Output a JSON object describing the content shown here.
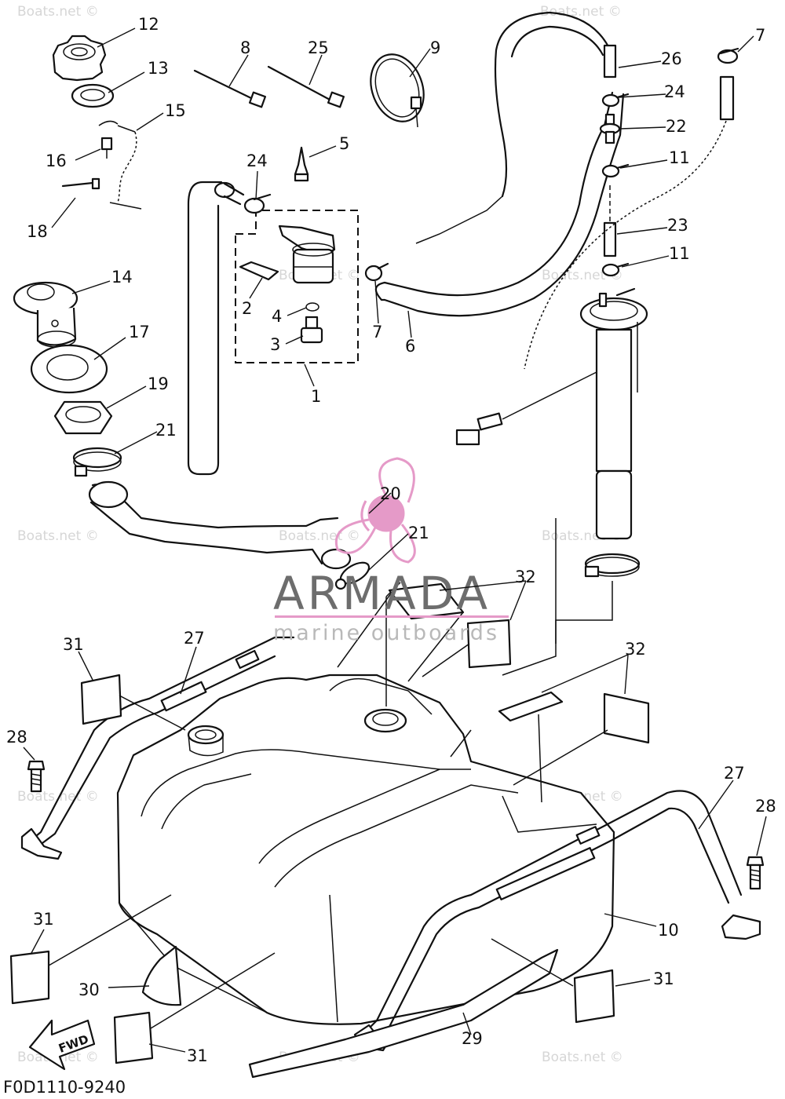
{
  "diagram_code": "F0D1110-9240",
  "watermark": "Boats.net ©",
  "brand": {
    "name": "ARMADA",
    "tagline": "marine outboards",
    "accent": "#e59ac8"
  },
  "fwd_label": "FWD",
  "callouts": [
    {
      "id": "c12",
      "label": "12"
    },
    {
      "id": "c13",
      "label": "13"
    },
    {
      "id": "c15",
      "label": "15"
    },
    {
      "id": "c16",
      "label": "16"
    },
    {
      "id": "c18",
      "label": "18"
    },
    {
      "id": "c14",
      "label": "14"
    },
    {
      "id": "c17",
      "label": "17"
    },
    {
      "id": "c19",
      "label": "19"
    },
    {
      "id": "c21a",
      "label": "21"
    },
    {
      "id": "c8",
      "label": "8"
    },
    {
      "id": "c25",
      "label": "25"
    },
    {
      "id": "c9",
      "label": "9"
    },
    {
      "id": "c5",
      "label": "5"
    },
    {
      "id": "c24a",
      "label": "24"
    },
    {
      "id": "c2",
      "label": "2"
    },
    {
      "id": "c4",
      "label": "4"
    },
    {
      "id": "c3",
      "label": "3"
    },
    {
      "id": "c1",
      "label": "1"
    },
    {
      "id": "c7a",
      "label": "7"
    },
    {
      "id": "c6",
      "label": "6"
    },
    {
      "id": "c7b",
      "label": "7"
    },
    {
      "id": "c26",
      "label": "26"
    },
    {
      "id": "c24b",
      "label": "24"
    },
    {
      "id": "c22",
      "label": "22"
    },
    {
      "id": "c11a",
      "label": "11"
    },
    {
      "id": "c23",
      "label": "23"
    },
    {
      "id": "c11b",
      "label": "11"
    },
    {
      "id": "c20",
      "label": "20"
    },
    {
      "id": "c21b",
      "label": "21"
    },
    {
      "id": "c32a",
      "label": "32"
    },
    {
      "id": "c32b",
      "label": "32"
    },
    {
      "id": "c31a",
      "label": "31"
    },
    {
      "id": "c27a",
      "label": "27"
    },
    {
      "id": "c28a",
      "label": "28"
    },
    {
      "id": "c27b",
      "label": "27"
    },
    {
      "id": "c28b",
      "label": "28"
    },
    {
      "id": "c10",
      "label": "10"
    },
    {
      "id": "c31b",
      "label": "31"
    },
    {
      "id": "c30",
      "label": "30"
    },
    {
      "id": "c31c",
      "label": "31"
    },
    {
      "id": "c29",
      "label": "29"
    },
    {
      "id": "c31d",
      "label": "31"
    }
  ]
}
